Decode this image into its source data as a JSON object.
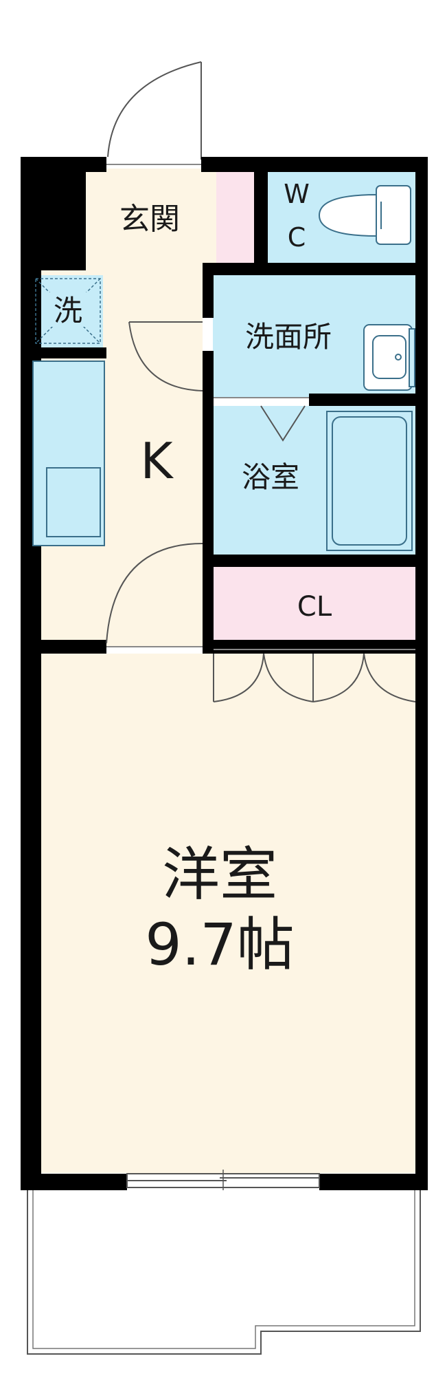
{
  "rooms": {
    "genkan": "玄関",
    "wc_w": "W",
    "wc_c": "C",
    "washer": "洗",
    "washroom": "洗面所",
    "kitchen": "K",
    "bath": "浴室",
    "closet": "CL",
    "western_name": "洋室",
    "western_size": "9.7帖"
  },
  "colors": {
    "wall": "#000000",
    "floor_beige": "#fdf5e4",
    "wet_blue": "#c6ecf8",
    "closet_pink": "#fbe3ec",
    "fixture_line": "#3a6f8a"
  }
}
